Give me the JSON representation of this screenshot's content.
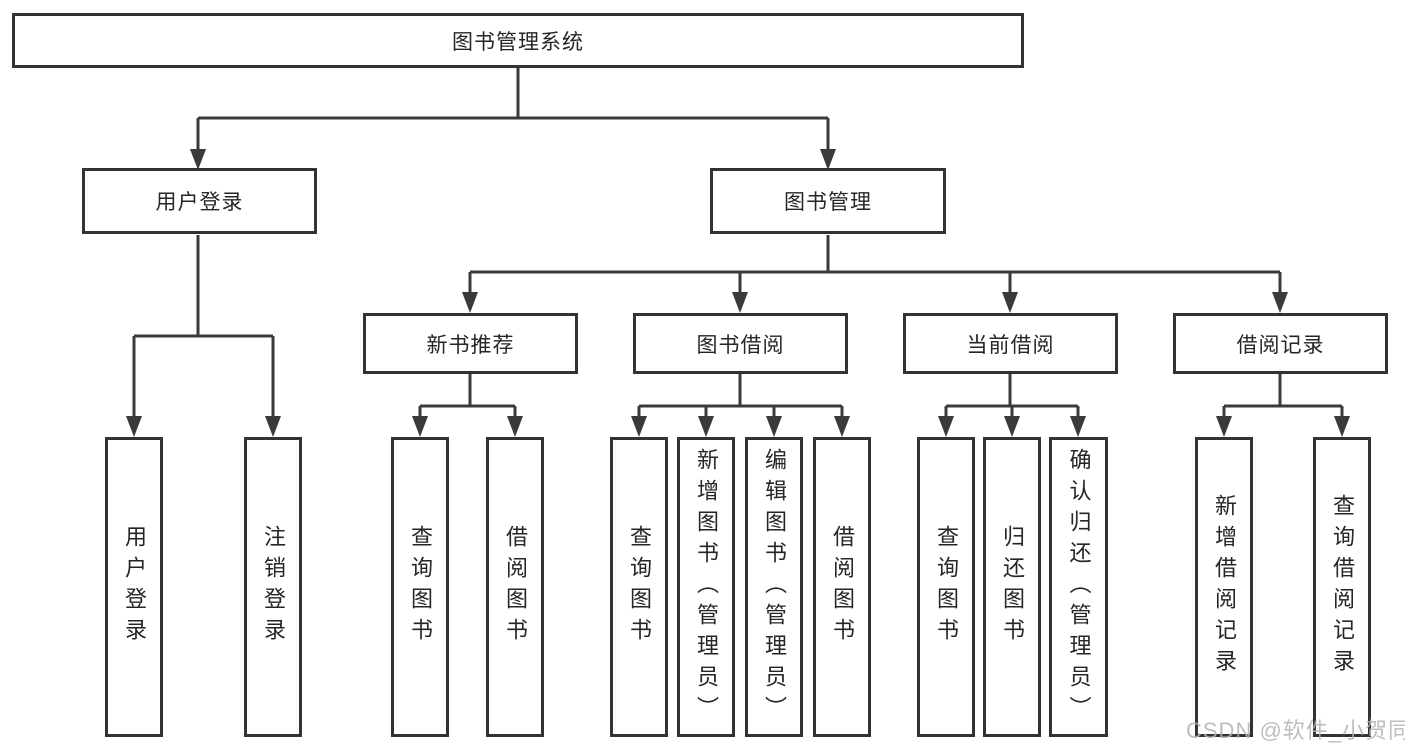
{
  "tree": {
    "root": {
      "label": "图书管理系统",
      "children": [
        {
          "label": "用户登录",
          "children": [
            {
              "label": "用户登录"
            },
            {
              "label": "注销登录"
            }
          ]
        },
        {
          "label": "图书管理",
          "children": [
            {
              "label": "新书推荐",
              "children": [
                {
                  "label": "查询图书"
                },
                {
                  "label": "借阅图书"
                }
              ]
            },
            {
              "label": "图书借阅",
              "children": [
                {
                  "label": "查询图书"
                },
                {
                  "label": "新增图书（管理员）"
                },
                {
                  "label": "编辑图书（管理员）"
                },
                {
                  "label": "借阅图书"
                }
              ]
            },
            {
              "label": "当前借阅",
              "children": [
                {
                  "label": "查询图书"
                },
                {
                  "label": "归还图书"
                },
                {
                  "label": "确认归还（管理员）"
                }
              ]
            },
            {
              "label": "借阅记录",
              "children": [
                {
                  "label": "新增借阅记录"
                },
                {
                  "label": "查询借阅记录"
                }
              ]
            }
          ]
        }
      ]
    }
  },
  "watermark": {
    "text": "CSDN @软件_小贺同学"
  },
  "colors": {
    "line_color": "#3a3a3a",
    "border_color": "#333333",
    "text_color": "#262626",
    "watermark_color": "#b2b2b2",
    "bg_color": "#ffffff"
  }
}
